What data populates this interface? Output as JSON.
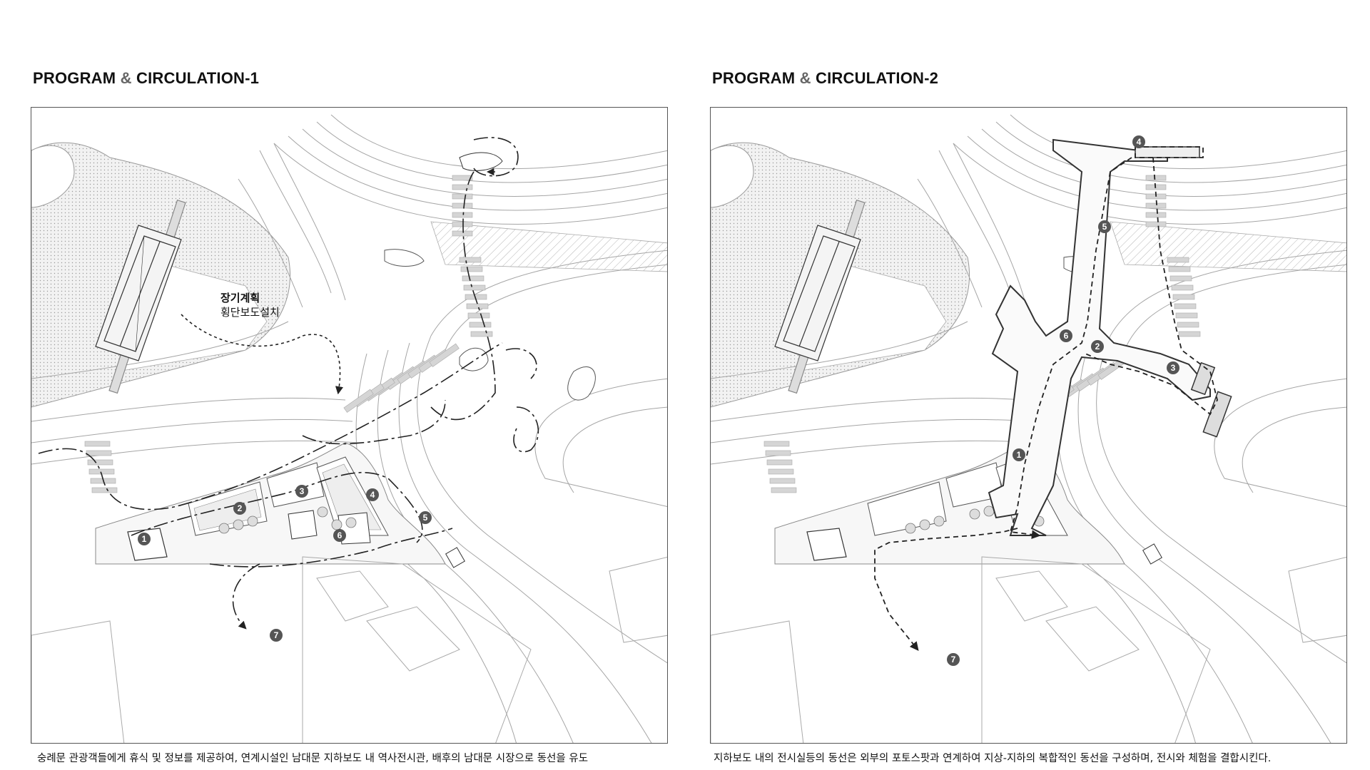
{
  "left": {
    "title_pre": "PROGRAM ",
    "title_amp": "&",
    "title_post": " CIRCULATION-1",
    "note_line1": "장기계획",
    "note_line2": "횡단보도설치",
    "markers": [
      "1",
      "2",
      "3",
      "4",
      "5",
      "6",
      "7"
    ],
    "caption": "숭례문 관광객들에게 휴식 및 정보를 제공하여, 연계시설인 남대문 지하보도 내 역사전시관, 배후의 남대문 시장으로 동선을 유도"
  },
  "right": {
    "title_pre": "PROGRAM ",
    "title_amp": "&",
    "title_post": " CIRCULATION-2",
    "markers": [
      "1",
      "2",
      "3",
      "4",
      "5",
      "6",
      "7"
    ],
    "caption": "지하보도 내의 전시실등의 동선은 외부의 포토스팟과 연계하여 지상-지하의 복합적인 동선을 구성하며, 전시와 체험을 결합시킨다."
  },
  "colors": {
    "line": "#9a9a9a",
    "dark": "#222222",
    "marker": "#555555",
    "dot_fill": "#e4e4e4"
  }
}
